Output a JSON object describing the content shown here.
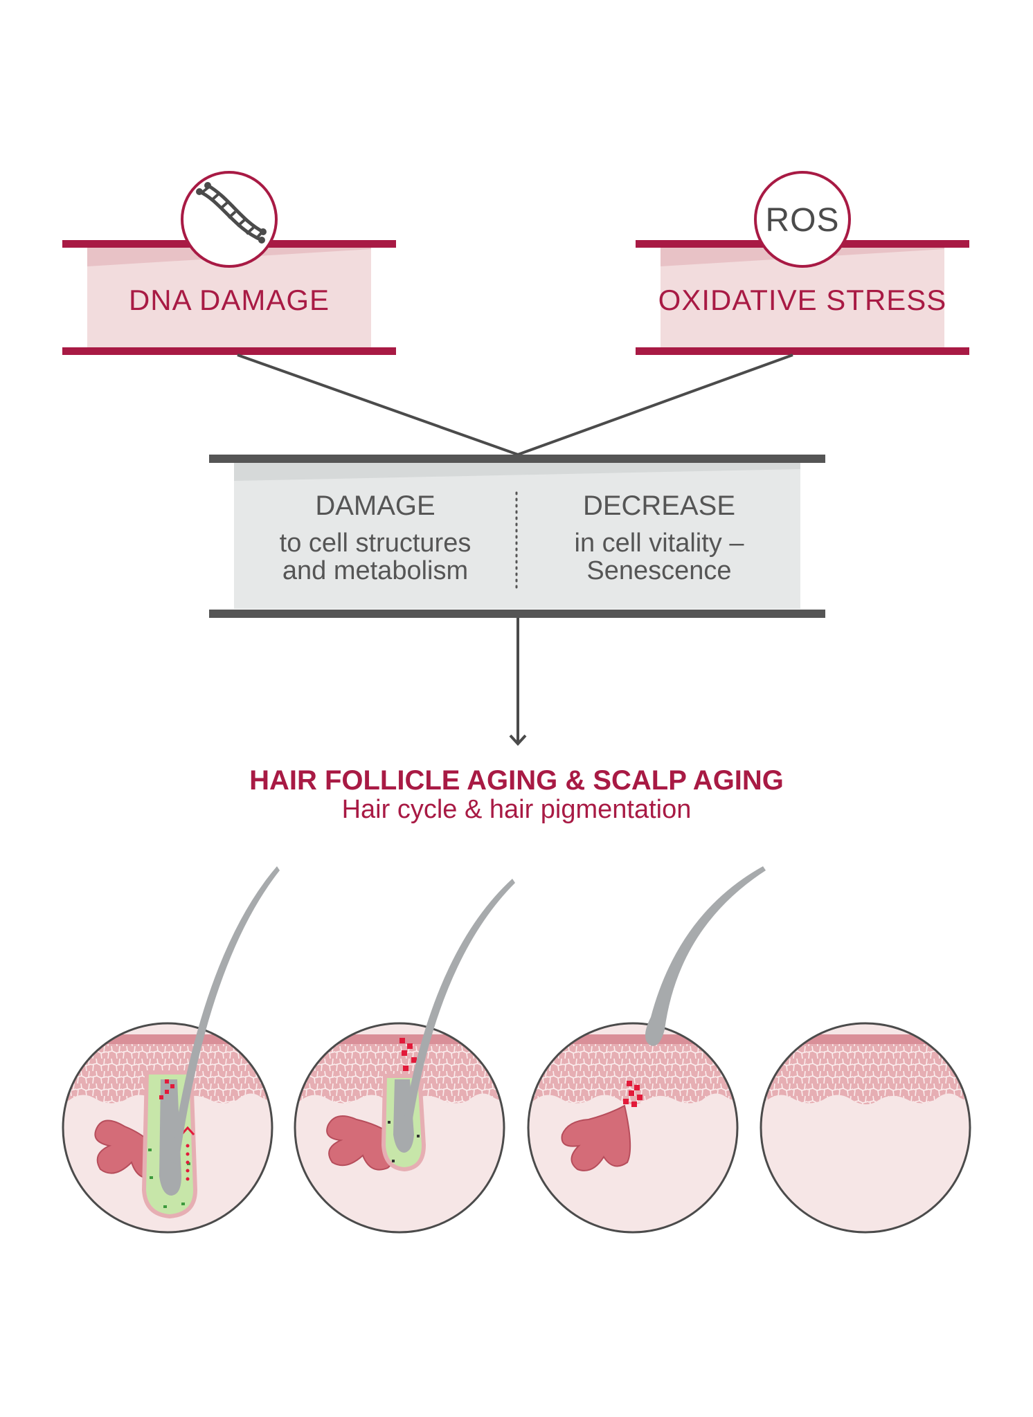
{
  "causes": {
    "left": {
      "label": "DNA DAMAGE",
      "icon": "dna-icon"
    },
    "right": {
      "label": "OXIDATIVE STRESS",
      "icon_text": "ROS"
    }
  },
  "effects": {
    "left": {
      "heading": "DAMAGE",
      "line1": "to cell structures",
      "line2": "and metabolism"
    },
    "right": {
      "heading": "DECREASE",
      "line1": "in cell vitality –",
      "line2": "Senescence"
    }
  },
  "result": {
    "title": "HAIR FOLLICLE AGING & SCALP AGING",
    "subtitle": "Hair cycle & hair pigmentation"
  },
  "stages": [
    {
      "name": "stage-1",
      "hair": "long",
      "follicle": "full"
    },
    {
      "name": "stage-2",
      "hair": "long",
      "follicle": "shrinking"
    },
    {
      "name": "stage-3",
      "hair": "short",
      "follicle": "none"
    },
    {
      "name": "stage-4",
      "hair": "none",
      "follicle": "none"
    }
  ],
  "colors": {
    "accent": "#a81a44",
    "accent_light": "#f2dcdd",
    "dark": "#555555",
    "panel_grey": "#e6e8e8",
    "skin": "#f6e6e6",
    "tissue": "#e5a9ae"
  }
}
